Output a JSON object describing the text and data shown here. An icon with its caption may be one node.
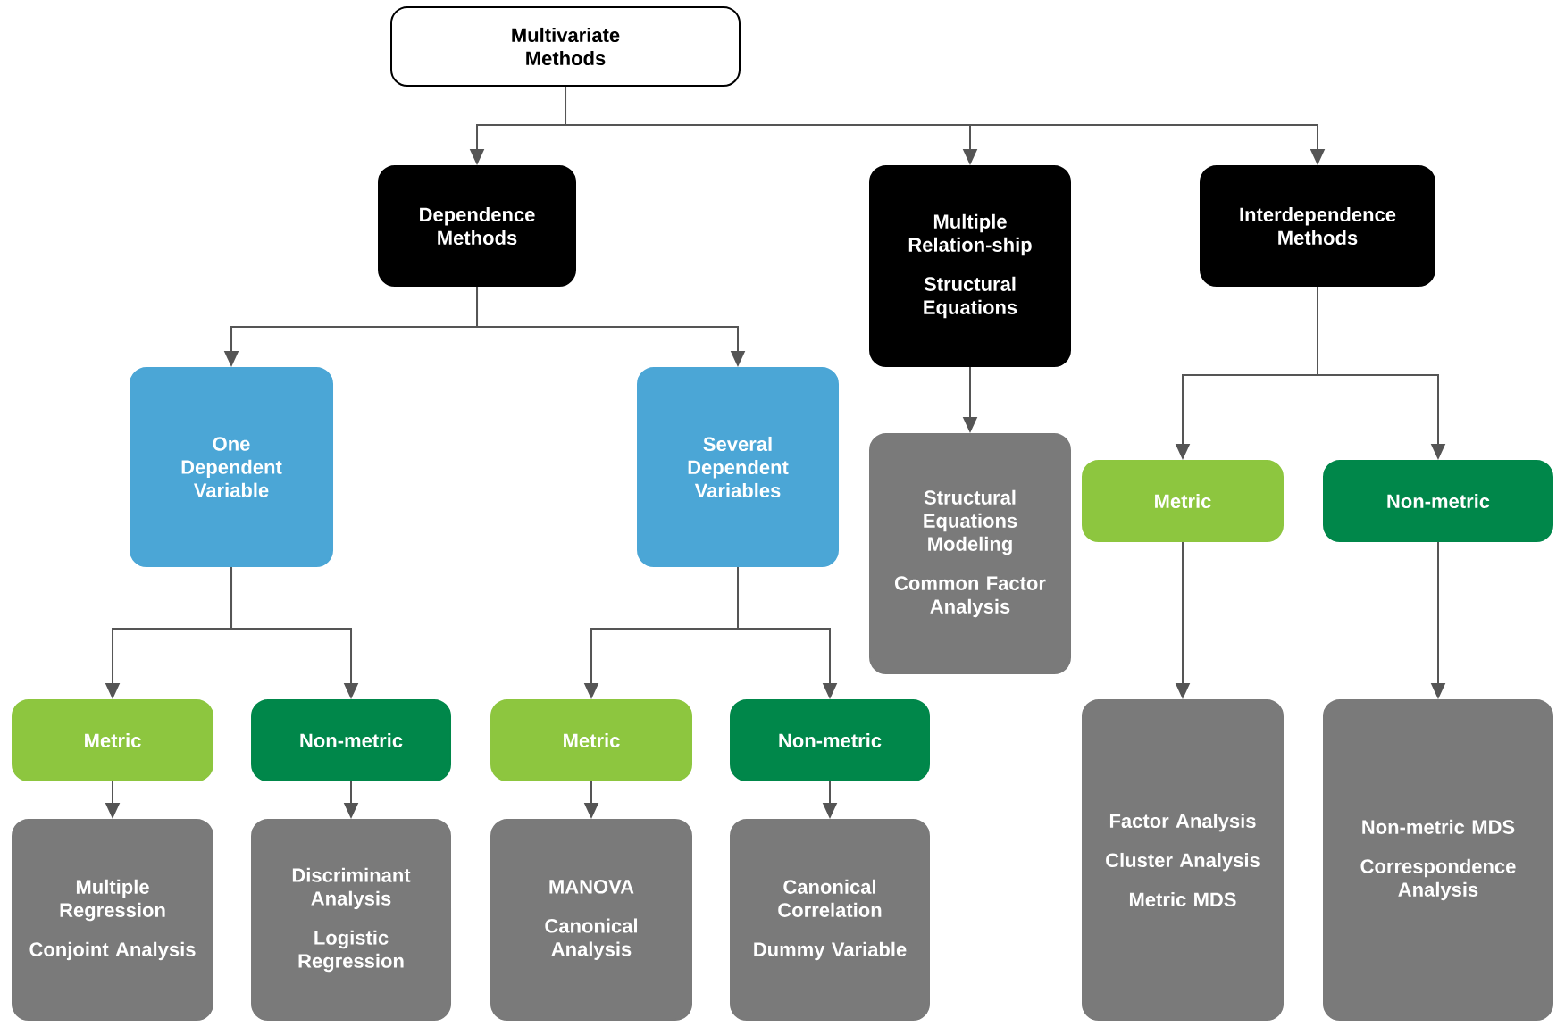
{
  "diagram": {
    "nodes": [
      {
        "text": [
          "Multivariate Methods"
        ]
      },
      {
        "text": [
          "Dependence Methods"
        ]
      },
      {
        "text": [
          "Multiple Relation-ship",
          "Structural Equations"
        ]
      },
      {
        "text": [
          "Interdependence Methods"
        ]
      },
      {
        "text": [
          "One Dependent Variable"
        ]
      },
      {
        "text": [
          "Several Dependent Variables"
        ]
      },
      {
        "text": [
          "Structural Equations Modeling",
          "Common Factor Analysis"
        ]
      },
      {
        "text": [
          "Metric"
        ]
      },
      {
        "text": [
          "Non-metric"
        ]
      },
      {
        "text": [
          "Metric"
        ]
      },
      {
        "text": [
          "Non-metric"
        ]
      },
      {
        "text": [
          "Metric"
        ]
      },
      {
        "text": [
          "Non-metric"
        ]
      },
      {
        "text": [
          "Multiple Regression",
          "Conjoint Analysis"
        ]
      },
      {
        "text": [
          "Discriminant Analysis",
          "Logistic Regression"
        ]
      },
      {
        "text": [
          "MANOVA",
          "Canonical Analysis"
        ]
      },
      {
        "text": [
          "Canonical Correlation",
          "Dummy Variable"
        ]
      },
      {
        "text": [
          "Factor Analysis",
          "Cluster Analysis",
          "Metric MDS"
        ]
      },
      {
        "text": [
          "Non-metric MDS",
          "Correspondence Analysis"
        ]
      }
    ],
    "edges": [
      {
        "from": 0,
        "to": 1,
        "arrow": "to"
      },
      {
        "from": 0,
        "to": 2,
        "arrow": "to"
      },
      {
        "from": 0,
        "to": 3,
        "arrow": "to"
      },
      {
        "from": 1,
        "to": 4,
        "arrow": "to"
      },
      {
        "from": 1,
        "to": 5,
        "arrow": "to"
      },
      {
        "from": 2,
        "to": 6,
        "arrow": "to"
      },
      {
        "from": 3,
        "to": 7,
        "arrow": "to"
      },
      {
        "from": 3,
        "to": 8,
        "arrow": "to"
      },
      {
        "from": 4,
        "to": 9,
        "arrow": "to"
      },
      {
        "from": 4,
        "to": 10,
        "arrow": "to"
      },
      {
        "from": 5,
        "to": 11,
        "arrow": "to"
      },
      {
        "from": 5,
        "to": 12,
        "arrow": "to"
      },
      {
        "from": 7,
        "to": 17,
        "arrow": "to"
      },
      {
        "from": 8,
        "to": 18,
        "arrow": "to"
      },
      {
        "from": 9,
        "to": 13,
        "arrow": "to"
      },
      {
        "from": 10,
        "to": 14,
        "arrow": "to"
      },
      {
        "from": 11,
        "to": 15,
        "arrow": "to"
      },
      {
        "from": 12,
        "to": 16,
        "arrow": "to"
      }
    ]
  }
}
